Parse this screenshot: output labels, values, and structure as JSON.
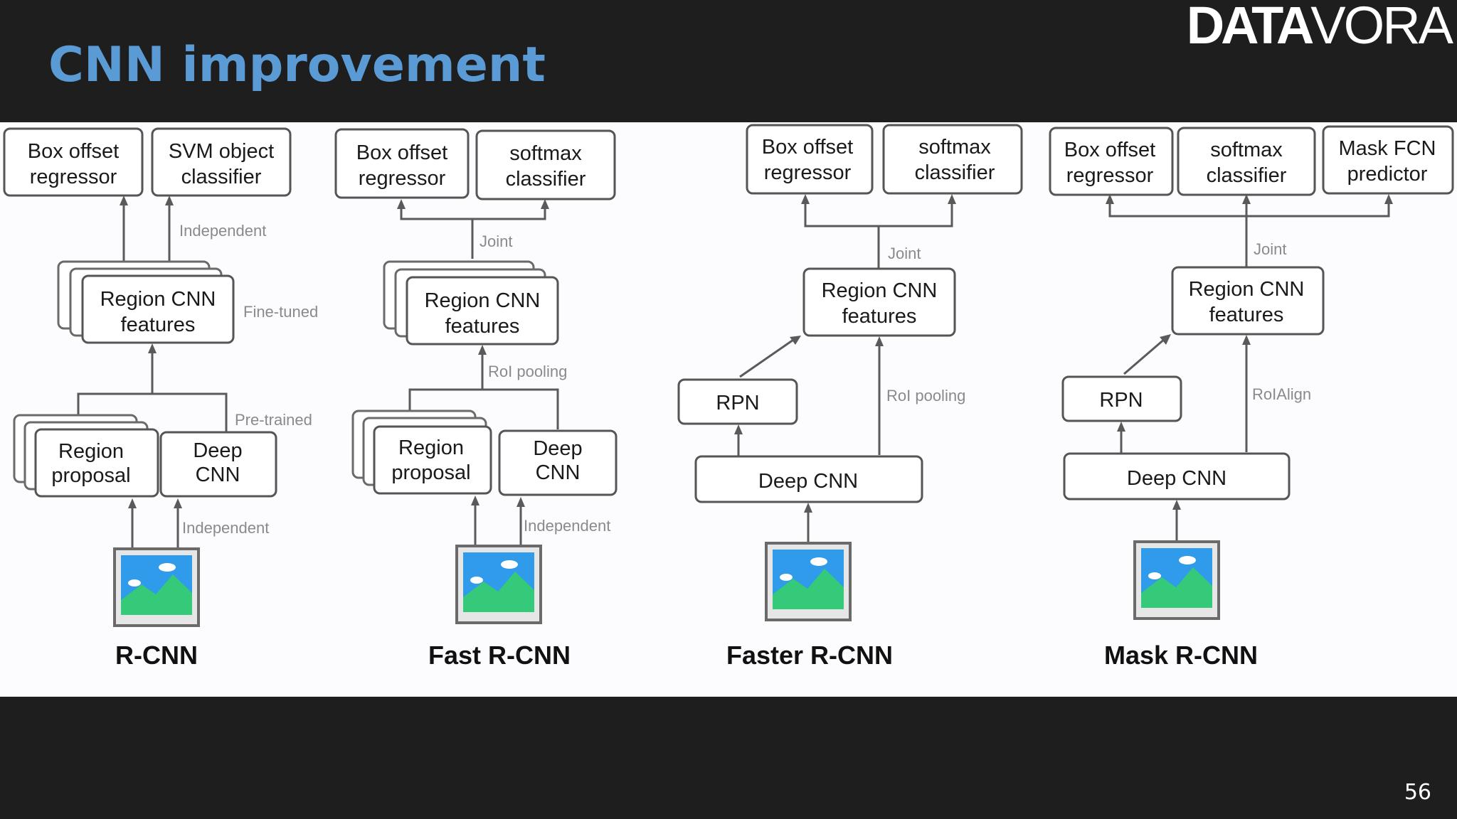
{
  "slide": {
    "title": "CNN improvement",
    "logo_bold": "DATA",
    "logo_light": "VORA",
    "page_number": "56"
  },
  "diagrams": {
    "rcnn": {
      "caption": "R-CNN",
      "head_left": [
        "Box offset",
        "regressor"
      ],
      "head_right": [
        "SVM object",
        "classifier"
      ],
      "features": [
        "Region CNN",
        "features"
      ],
      "proposal": [
        "Region",
        "proposal"
      ],
      "deep_cnn": [
        "Deep",
        "CNN"
      ],
      "ann_heads": "Independent",
      "ann_finetuned": "Fine-tuned",
      "ann_pretrained": "Pre-trained",
      "ann_input": "Independent"
    },
    "fast_rcnn": {
      "caption": "Fast R-CNN",
      "head_left": [
        "Box offset",
        "regressor"
      ],
      "head_right": [
        "softmax",
        "classifier"
      ],
      "features": [
        "Region CNN",
        "features"
      ],
      "proposal": [
        "Region",
        "proposal"
      ],
      "deep_cnn": [
        "Deep",
        "CNN"
      ],
      "ann_joint": "Joint",
      "ann_roi": "RoI pooling",
      "ann_input": "Independent"
    },
    "faster_rcnn": {
      "caption": "Faster R-CNN",
      "head_left": [
        "Box offset",
        "regressor"
      ],
      "head_right": [
        "softmax",
        "classifier"
      ],
      "features": [
        "Region CNN",
        "features"
      ],
      "rpn": "RPN",
      "deep_cnn": "Deep CNN",
      "ann_joint": "Joint",
      "ann_roi": "RoI pooling"
    },
    "mask_rcnn": {
      "caption": "Mask R-CNN",
      "head_left": [
        "Box offset",
        "regressor"
      ],
      "head_mid": [
        "softmax",
        "classifier"
      ],
      "head_right": [
        "Mask FCN",
        "predictor"
      ],
      "features": [
        "Region CNN",
        "features"
      ],
      "rpn": "RPN",
      "deep_cnn": "Deep CNN",
      "ann_joint": "Joint",
      "ann_roi": "RoIAlign"
    }
  },
  "icons": {
    "input_image": "landscape-image-icon"
  }
}
